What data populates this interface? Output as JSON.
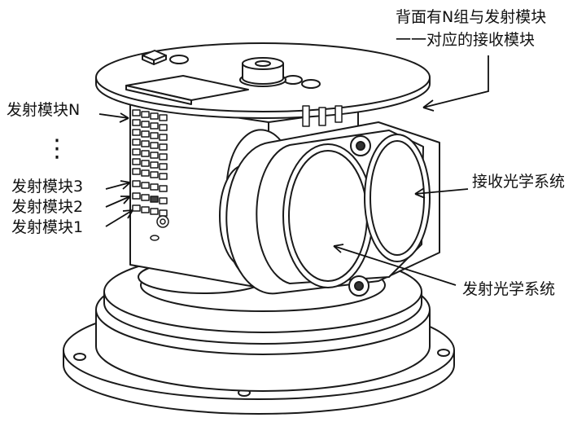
{
  "labels": {
    "back_modules_line1": "背面有N组与发射模块",
    "back_modules_line2": "一一对应的接收模块",
    "emit_module_n": "发射模块N",
    "ellipsis": "⋮",
    "emit_module_3": "发射模块3",
    "emit_module_2": "发射模块2",
    "emit_module_1": "发射模块1",
    "receive_optics": "接收光学系统",
    "emit_optics": "发射光学系统"
  }
}
